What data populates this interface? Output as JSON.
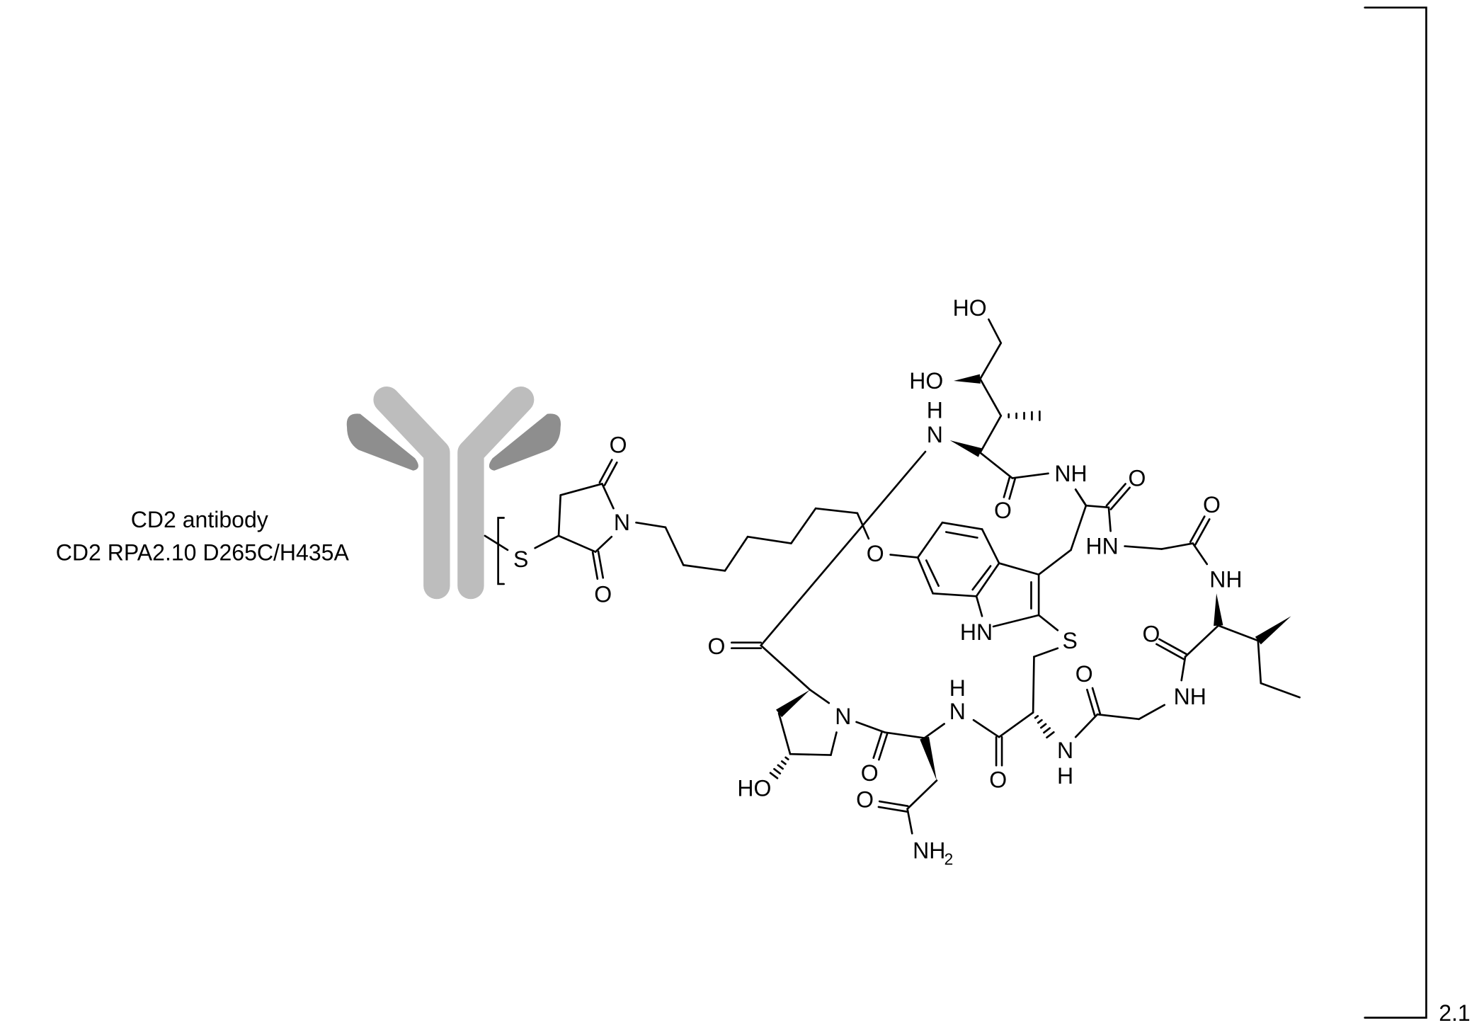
{
  "antibody": {
    "name": "CD2 antibody",
    "variant": "CD2 RPA2.10 D265C/H435A",
    "heavy_chain_color": "#bdbdbd",
    "light_chain_color": "#8e8e8e"
  },
  "drug_antibody_ratio": "2.1",
  "atoms": [
    "HO",
    "HO",
    "H",
    "N",
    "O",
    "NH",
    "O",
    "HN",
    "O",
    "NH",
    "O",
    "O",
    "HN",
    "S",
    "NH",
    "O",
    "N",
    "H",
    "O",
    "H",
    "N",
    "O",
    "N",
    "HO",
    "O",
    "O",
    "NH",
    "S",
    "O",
    "N",
    "O"
  ],
  "amine_subscript": "2"
}
